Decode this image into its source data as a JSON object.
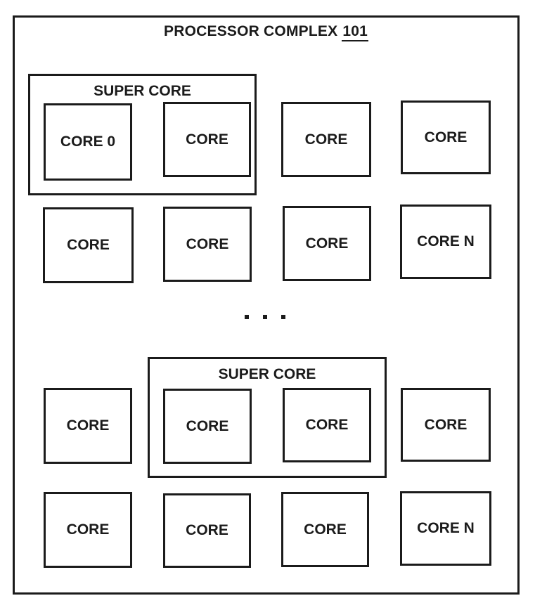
{
  "colors": {
    "line": "#1b1b1b",
    "background": "#ffffff"
  },
  "processor_complex": {
    "title_text": "PROCESSOR COMPLEX",
    "title_ref": "101",
    "top_group": {
      "label": "SUPER CORE",
      "cores": [
        "CORE 0",
        "CORE"
      ]
    },
    "row1_cores": [
      "CORE",
      "CORE"
    ],
    "row2_cores": [
      "CORE",
      "CORE",
      "CORE",
      "CORE N"
    ],
    "bottom_group": {
      "label": "SUPER CORE",
      "cores": [
        "CORE",
        "CORE"
      ]
    },
    "row3_cores": [
      "CORE",
      "CORE"
    ],
    "row4_cores": [
      "CORE",
      "CORE",
      "CORE",
      "CORE N"
    ]
  }
}
